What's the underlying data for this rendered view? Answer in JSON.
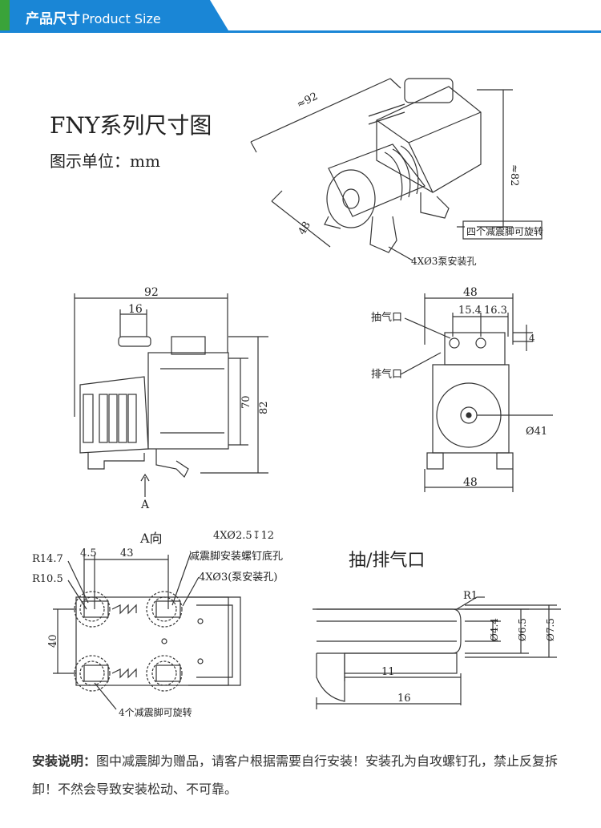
{
  "header": {
    "title_cn": "产品尺寸",
    "title_en": "Product Size",
    "accent_color": "#1a86d6",
    "green_color": "#3aa33a"
  },
  "iso_view": {
    "title": "FNY系列尺寸图",
    "unit_label": "图示单位：mm",
    "dim_length": "≈92",
    "dim_height": "≈82",
    "dim_width": "48",
    "callout_feet": "四个减震脚可旋转",
    "callout_holes": "4XØ3泵安装孔"
  },
  "side_view": {
    "dim_total_length": "92",
    "dim_inlet_offset": "16",
    "dim_height_70": "70",
    "dim_height_82": "82",
    "arrow_label": "A"
  },
  "front_view": {
    "dim_top_width": "48",
    "dim_15_4": "15.4",
    "dim_16_3": "16.3",
    "dim_4": "4",
    "label_suction": "抽气口",
    "label_exhaust": "排气口",
    "dim_diameter": "Ø41",
    "dim_bottom_width": "48"
  },
  "bottom_view": {
    "view_label": "A向",
    "dim_r14_7": "R14.7",
    "dim_r10_5": "R10.5",
    "dim_4_5": "4.5",
    "dim_43": "43",
    "dim_40": "40",
    "screw_spec": "4XØ2.5↧12",
    "screw_label": "减震脚安装螺钉底孔",
    "hole_spec": "4XØ3(泵安装孔)",
    "feet_label": "4个减震脚可旋转"
  },
  "port_view": {
    "title": "抽/排气口",
    "dim_r1": "R1",
    "dim_d4_4": "Ø4.4",
    "dim_d6_5": "Ø6.5",
    "dim_d7_5": "Ø7.5",
    "dim_11": "11",
    "dim_16": "16"
  },
  "note": {
    "label": "安装说明：",
    "text": "图中减震脚为赠品，请客户根据需要自行安装！安装孔为自攻螺钉孔，禁止反复拆卸！不然会导致安装松动、不可靠。"
  }
}
